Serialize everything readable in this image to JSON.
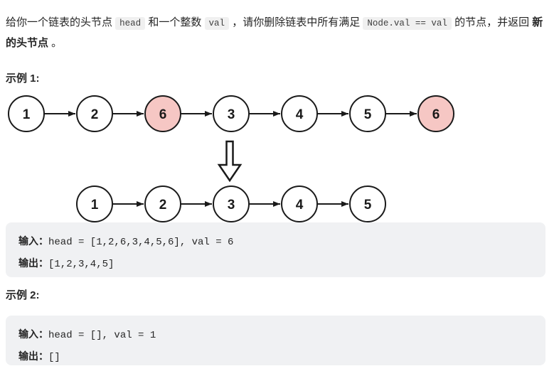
{
  "colors": {
    "text": "#262626",
    "inline_code_bg": "#f0f0f0",
    "code_block_bg": "#f0f1f3",
    "node_stroke": "#1a1a1a",
    "node_fill": "#ffffff",
    "highlight_fill": "#f6c7c4"
  },
  "statement": {
    "part1": "给你一个链表的头节点 ",
    "code1": "head",
    "part2": " 和一个整数 ",
    "code2": "val",
    "part3": " ，请你删除链表中所有满足 ",
    "code3": "Node.val == val",
    "part4": " 的节点，并返回 ",
    "bold": "新的头节点",
    "part5": " 。"
  },
  "examples": [
    {
      "label": "示例 1:",
      "input_label": "输入：",
      "input_value": "head = [1,2,6,3,4,5,6], val = 6",
      "output_label": "输出：",
      "output_value": "[1,2,3,4,5]"
    },
    {
      "label": "示例 2:",
      "input_label": "输入：",
      "input_value": "head = [], val = 1",
      "output_label": "输出：",
      "output_value": "[]"
    }
  ],
  "diagram": {
    "before": {
      "nodes": [
        {
          "value": "1",
          "highlight": false
        },
        {
          "value": "2",
          "highlight": false
        },
        {
          "value": "6",
          "highlight": true
        },
        {
          "value": "3",
          "highlight": false
        },
        {
          "value": "4",
          "highlight": false
        },
        {
          "value": "5",
          "highlight": false
        },
        {
          "value": "6",
          "highlight": true
        }
      ]
    },
    "after": {
      "nodes": [
        {
          "value": "1",
          "highlight": false
        },
        {
          "value": "2",
          "highlight": false
        },
        {
          "value": "3",
          "highlight": false
        },
        {
          "value": "4",
          "highlight": false
        },
        {
          "value": "5",
          "highlight": false
        }
      ]
    }
  }
}
